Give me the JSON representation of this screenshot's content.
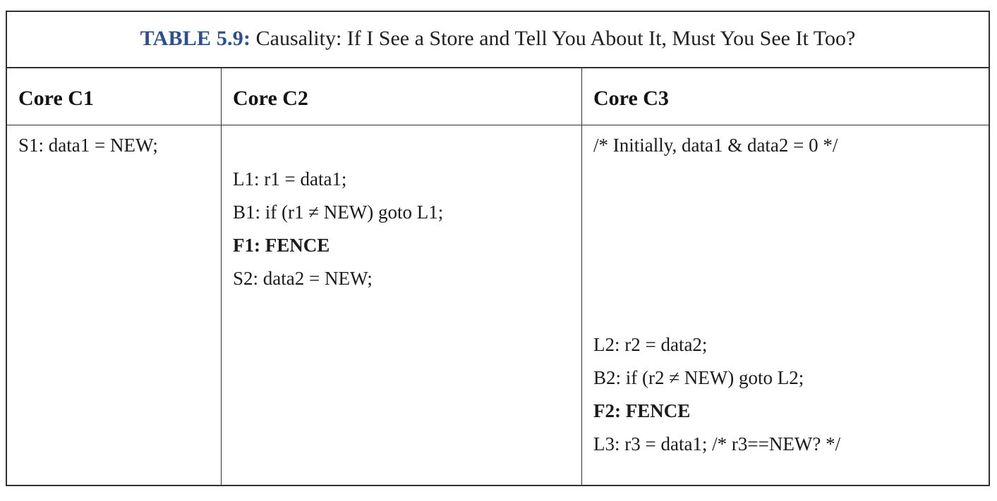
{
  "table": {
    "caption": {
      "label": "TABLE 5.9:",
      "text": " Causality: If I See a Store and Tell You About It, Must You See It Too?",
      "label_color": "#2c4f8e",
      "text_color": "#221f1f"
    },
    "border_color": "#302f33",
    "headers": [
      {
        "label": "Core C1"
      },
      {
        "label": "Core C2"
      },
      {
        "label": "Core C3"
      }
    ],
    "columns": [
      {
        "name": "core-c1",
        "blocks": [
          {
            "name": "c1-code",
            "lines": [
              {
                "text": "S1: data1 = NEW;",
                "bold": false
              }
            ]
          }
        ]
      },
      {
        "name": "core-c2",
        "blocks": [
          {
            "name": "c2-code",
            "lines": [
              {
                "text": "L1: r1 = data1;",
                "bold": false
              },
              {
                "text": "B1: if (r1 ≠ NEW) goto L1;",
                "bold": false
              },
              {
                "text": "F1: FENCE",
                "bold": true
              },
              {
                "text": "S2: data2 = NEW;",
                "bold": false
              }
            ]
          }
        ]
      },
      {
        "name": "core-c3",
        "blocks": [
          {
            "name": "c3-comment",
            "lines": [
              {
                "text": "/* Initially, data1 & data2 = 0 */",
                "bold": false
              }
            ]
          },
          {
            "name": "c3-code",
            "lines": [
              {
                "text": "L2: r2 = data2;",
                "bold": false
              },
              {
                "text": "B2: if (r2 ≠ NEW) goto L2;",
                "bold": false
              },
              {
                "text": "F2: FENCE",
                "bold": true
              },
              {
                "text": "L3: r3 = data1; /* r3==NEW? */",
                "bold": false
              }
            ]
          }
        ]
      }
    ]
  }
}
